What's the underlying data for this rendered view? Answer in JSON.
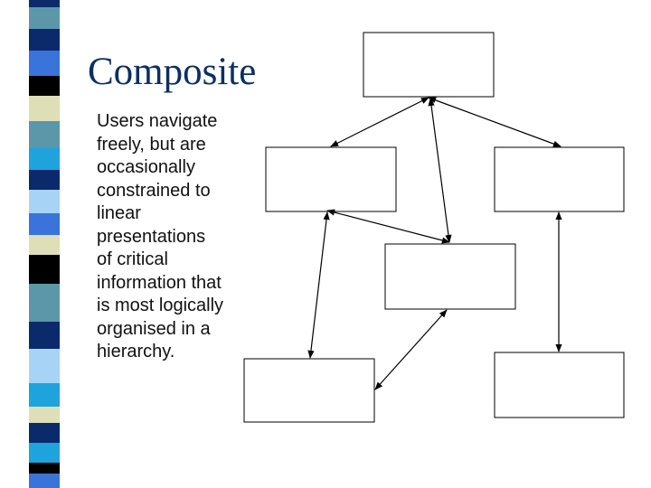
{
  "slide": {
    "title": "Composite",
    "body_lines": [
      "Users navigate",
      "freely, but are",
      "occasionally",
      "constrained to",
      "linear",
      "presentations",
      "of critical",
      "information that",
      "is most logically",
      "organised in a",
      "hierarchy."
    ]
  },
  "diagram": {
    "nodes": [
      {
        "id": "top",
        "label": ""
      },
      {
        "id": "mid-left",
        "label": ""
      },
      {
        "id": "mid-right",
        "label": ""
      },
      {
        "id": "center",
        "label": ""
      },
      {
        "id": "bottom-left",
        "label": ""
      },
      {
        "id": "bottom-right",
        "label": ""
      }
    ],
    "edges": [
      {
        "from": "top",
        "to": "mid-left",
        "arrows": "both"
      },
      {
        "from": "top",
        "to": "mid-right",
        "arrows": "both"
      },
      {
        "from": "top",
        "to": "center",
        "arrows": "both"
      },
      {
        "from": "mid-left",
        "to": "center",
        "arrows": "both"
      },
      {
        "from": "mid-left",
        "to": "bottom-left",
        "arrows": "both"
      },
      {
        "from": "center",
        "to": "bottom-left",
        "arrows": "both"
      },
      {
        "from": "mid-right",
        "to": "bottom-right",
        "arrows": "both"
      }
    ]
  },
  "colors": {
    "title": "#0b2f63",
    "stripe_navy": "#0a2a6b",
    "stripe_black": "#000000",
    "stripe_teal": "#5b97a9",
    "stripe_cyan": "#1ea3dd",
    "stripe_light_blue": "#a6d3f6",
    "stripe_cream": "#dedfb6",
    "stripe_royal": "#3a73d9"
  }
}
